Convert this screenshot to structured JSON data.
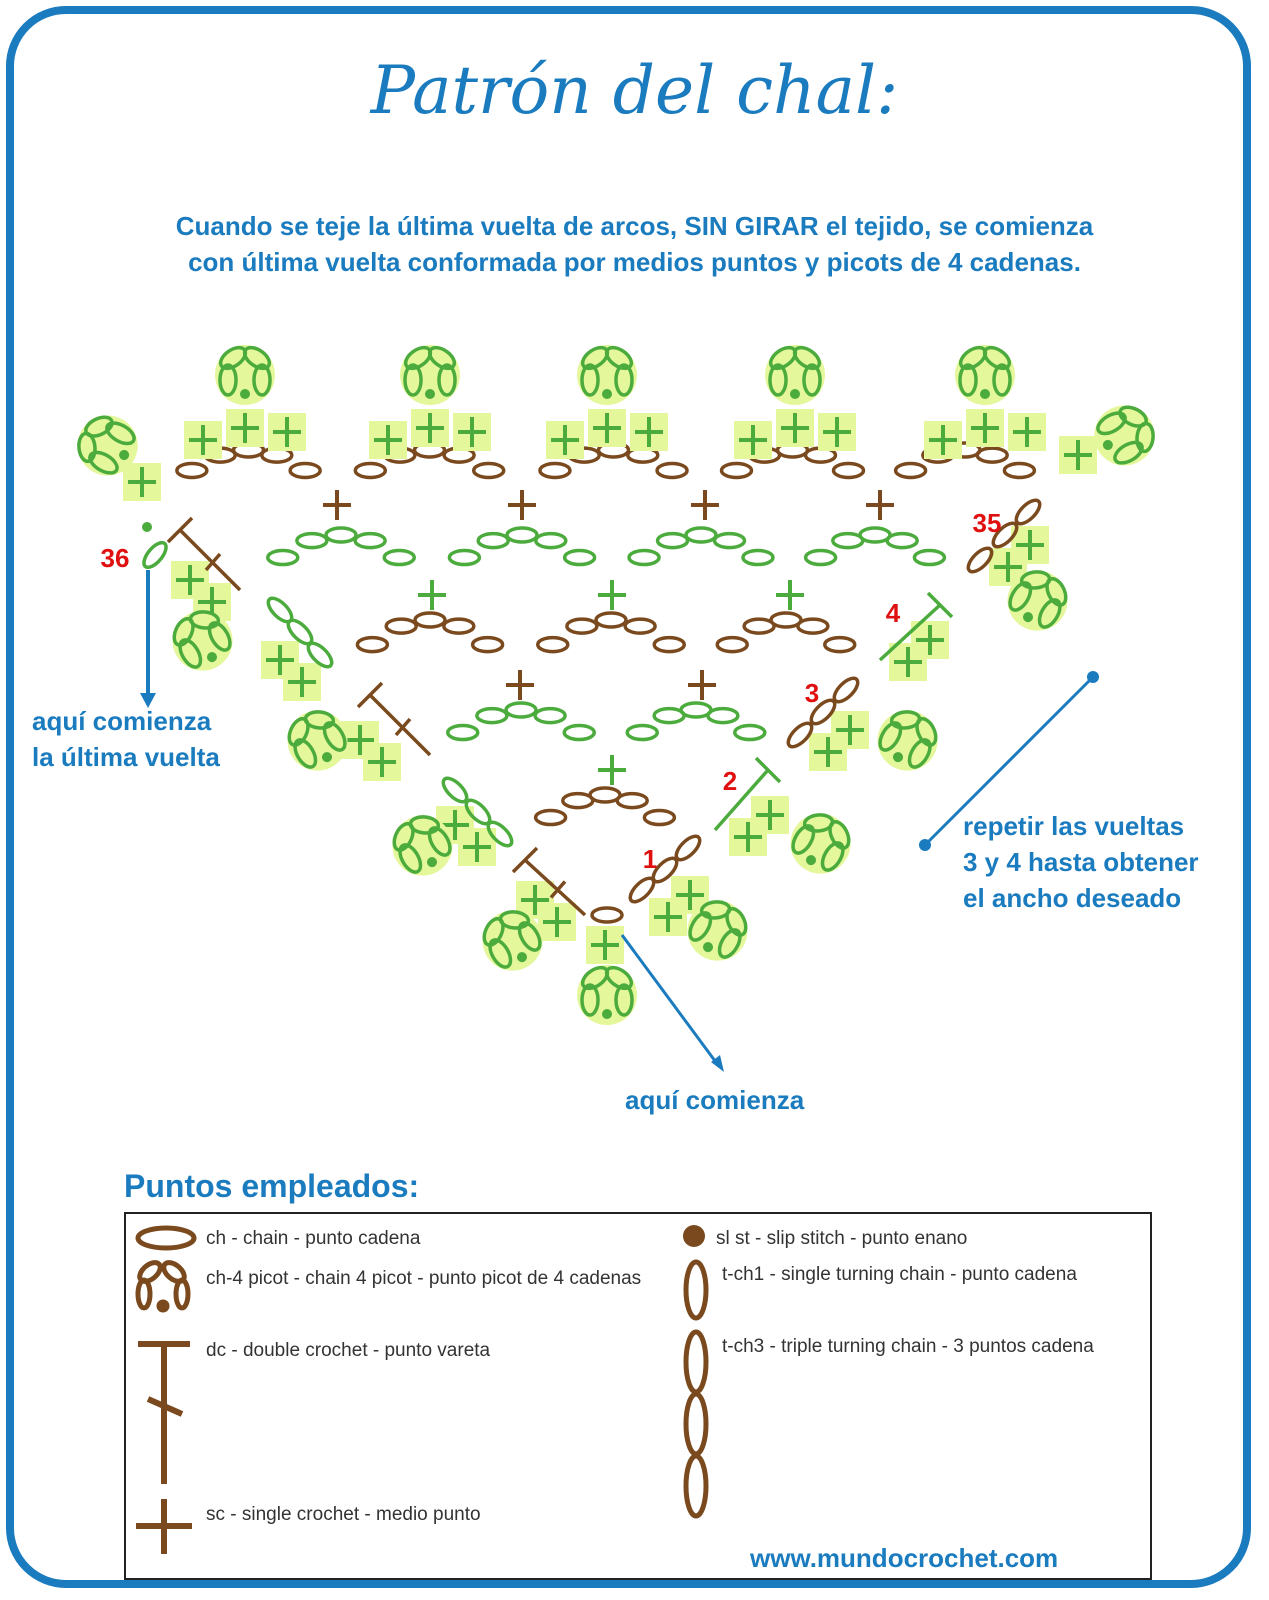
{
  "title": "Patrón del chal:",
  "instructions": [
    "Cuando se teje la última vuelta de arcos, SIN GIRAR el tejido, se comienza",
    "con última vuelta conformada por medios puntos y picots de 4 cadenas."
  ],
  "labels": {
    "last_round_1": "aquí comienza",
    "last_round_2": "la última vuelta",
    "repeat_1": "repetir las vueltas",
    "repeat_2": "3 y 4 hasta obtener",
    "repeat_3": "el ancho deseado",
    "start": "aquí comienza"
  },
  "row_numbers": [
    "1",
    "2",
    "3",
    "4",
    "35",
    "36"
  ],
  "legend": {
    "title": "Puntos empleados:",
    "items": [
      "ch - chain - punto cadena",
      "ch-4 picot - chain 4 picot - punto picot de 4 cadenas",
      "dc - double crochet - punto vareta",
      "sc - single crochet - medio punto",
      "sl st - slip stitch - punto enano",
      "t-ch1 - single turning chain - punto cadena",
      "t-ch3 - triple turning chain - 3 puntos cadena"
    ]
  },
  "website": "www.mundocrochet.com",
  "colors": {
    "accent": "#1a7bbf",
    "brown": "#7a4a1e",
    "green": "#4bab3c",
    "highlight": "#e4f79a",
    "red": "#e01010"
  }
}
